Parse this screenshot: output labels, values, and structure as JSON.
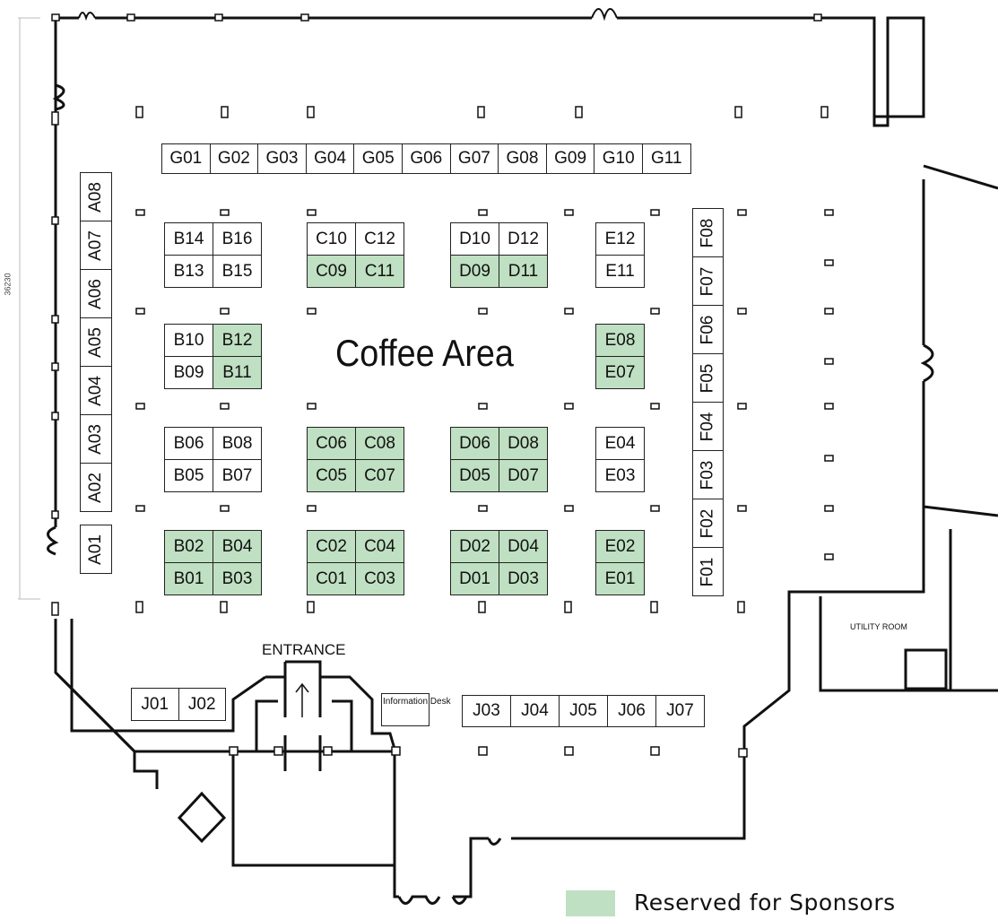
{
  "title_area": "Coffee Area",
  "entrance": "ENTRANCE",
  "information_desk": "Information Desk",
  "utility_room": "UTILITY ROOM",
  "dimension": "36230",
  "legend": {
    "label": "Reserved for Sponsors",
    "color": "#bfe0c2"
  },
  "booths": {
    "G": [
      "G01",
      "G02",
      "G03",
      "G04",
      "G05",
      "G06",
      "G07",
      "G08",
      "G09",
      "G10",
      "G11"
    ],
    "A": [
      "A08",
      "A07",
      "A06",
      "A05",
      "A04",
      "A03",
      "A02",
      "A01"
    ],
    "F": [
      "F08",
      "F07",
      "F06",
      "F05",
      "F04",
      "F03",
      "F02",
      "F01"
    ],
    "J": [
      "J01",
      "J02",
      "J03",
      "J04",
      "J05",
      "J06",
      "J07"
    ],
    "blocks": [
      {
        "ids": [
          "B14",
          "B16",
          "B13",
          "B15"
        ],
        "sponsor": [
          false,
          false,
          false,
          false
        ]
      },
      {
        "ids": [
          "C10",
          "C12",
          "C09",
          "C11"
        ],
        "sponsor": [
          false,
          false,
          true,
          true
        ]
      },
      {
        "ids": [
          "D10",
          "D12",
          "D09",
          "D11"
        ],
        "sponsor": [
          false,
          false,
          true,
          true
        ]
      },
      {
        "ids": [
          "E12",
          "E11"
        ],
        "sponsor": [
          false,
          false
        ]
      },
      {
        "ids": [
          "B10",
          "B12",
          "B09",
          "B11"
        ],
        "sponsor": [
          false,
          true,
          false,
          true
        ]
      },
      {
        "ids": [
          "E08",
          "E07"
        ],
        "sponsor": [
          true,
          true
        ]
      },
      {
        "ids": [
          "B06",
          "B08",
          "B05",
          "B07"
        ],
        "sponsor": [
          false,
          false,
          false,
          false
        ]
      },
      {
        "ids": [
          "C06",
          "C08",
          "C05",
          "C07"
        ],
        "sponsor": [
          true,
          true,
          true,
          true
        ]
      },
      {
        "ids": [
          "D06",
          "D08",
          "D05",
          "D07"
        ],
        "sponsor": [
          true,
          true,
          true,
          true
        ]
      },
      {
        "ids": [
          "E04",
          "E03"
        ],
        "sponsor": [
          false,
          false
        ]
      },
      {
        "ids": [
          "B02",
          "B04",
          "B01",
          "B03"
        ],
        "sponsor": [
          true,
          true,
          true,
          true
        ]
      },
      {
        "ids": [
          "C02",
          "C04",
          "C01",
          "C03"
        ],
        "sponsor": [
          true,
          true,
          true,
          true
        ]
      },
      {
        "ids": [
          "D02",
          "D04",
          "D01",
          "D03"
        ],
        "sponsor": [
          true,
          true,
          true,
          true
        ]
      },
      {
        "ids": [
          "E02",
          "E01"
        ],
        "sponsor": [
          true,
          true
        ]
      }
    ]
  }
}
